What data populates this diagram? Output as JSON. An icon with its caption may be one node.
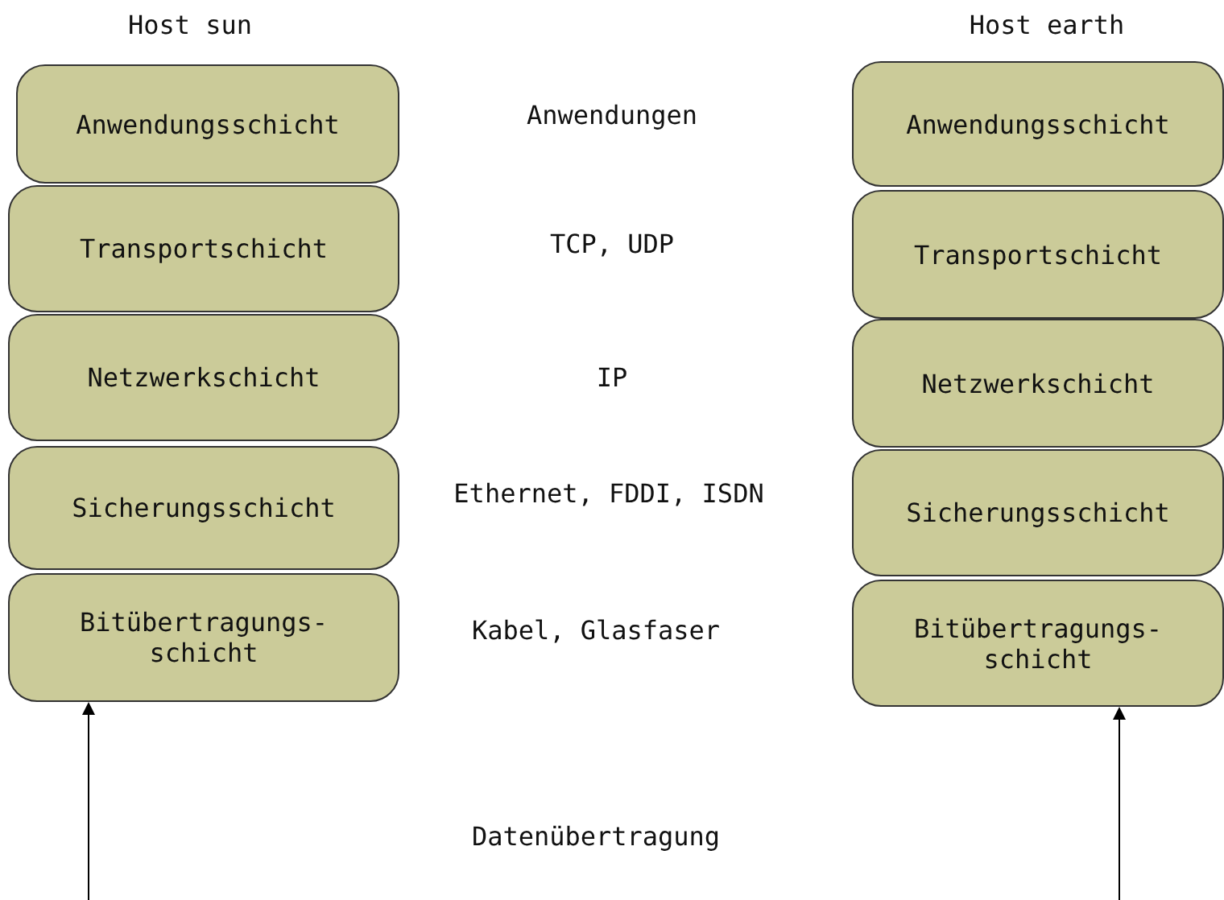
{
  "diagram": {
    "nodes": [
      {
        "text": [
          "Anwendungsschicht"
        ]
      },
      {
        "text": [
          "Transportschicht"
        ]
      },
      {
        "text": [
          "Netzwerkschicht"
        ]
      },
      {
        "text": [
          "Sicherungsschicht"
        ]
      },
      {
        "text": [
          "Bitübertragungs- schicht"
        ]
      },
      {
        "text": [
          "Anwendungsschicht"
        ]
      },
      {
        "text": [
          "Transportschicht"
        ]
      },
      {
        "text": [
          "Netzwerkschicht"
        ]
      },
      {
        "text": [
          "Sicherungsschicht"
        ]
      },
      {
        "text": [
          "Bitübertragungs- schicht"
        ]
      }
    ],
    "edges": [
      {
        "from": null,
        "to": 4,
        "arrow": "to"
      },
      {
        "from": null,
        "to": 9,
        "arrow": "to"
      }
    ],
    "labels": [
      "Host sun",
      "Host earth",
      "Anwendungen",
      "TCP, UDP",
      "IP",
      "Ethernet, FDDI, ISDN",
      "Kabel, Glasfaser",
      "Datenübertragung"
    ]
  }
}
